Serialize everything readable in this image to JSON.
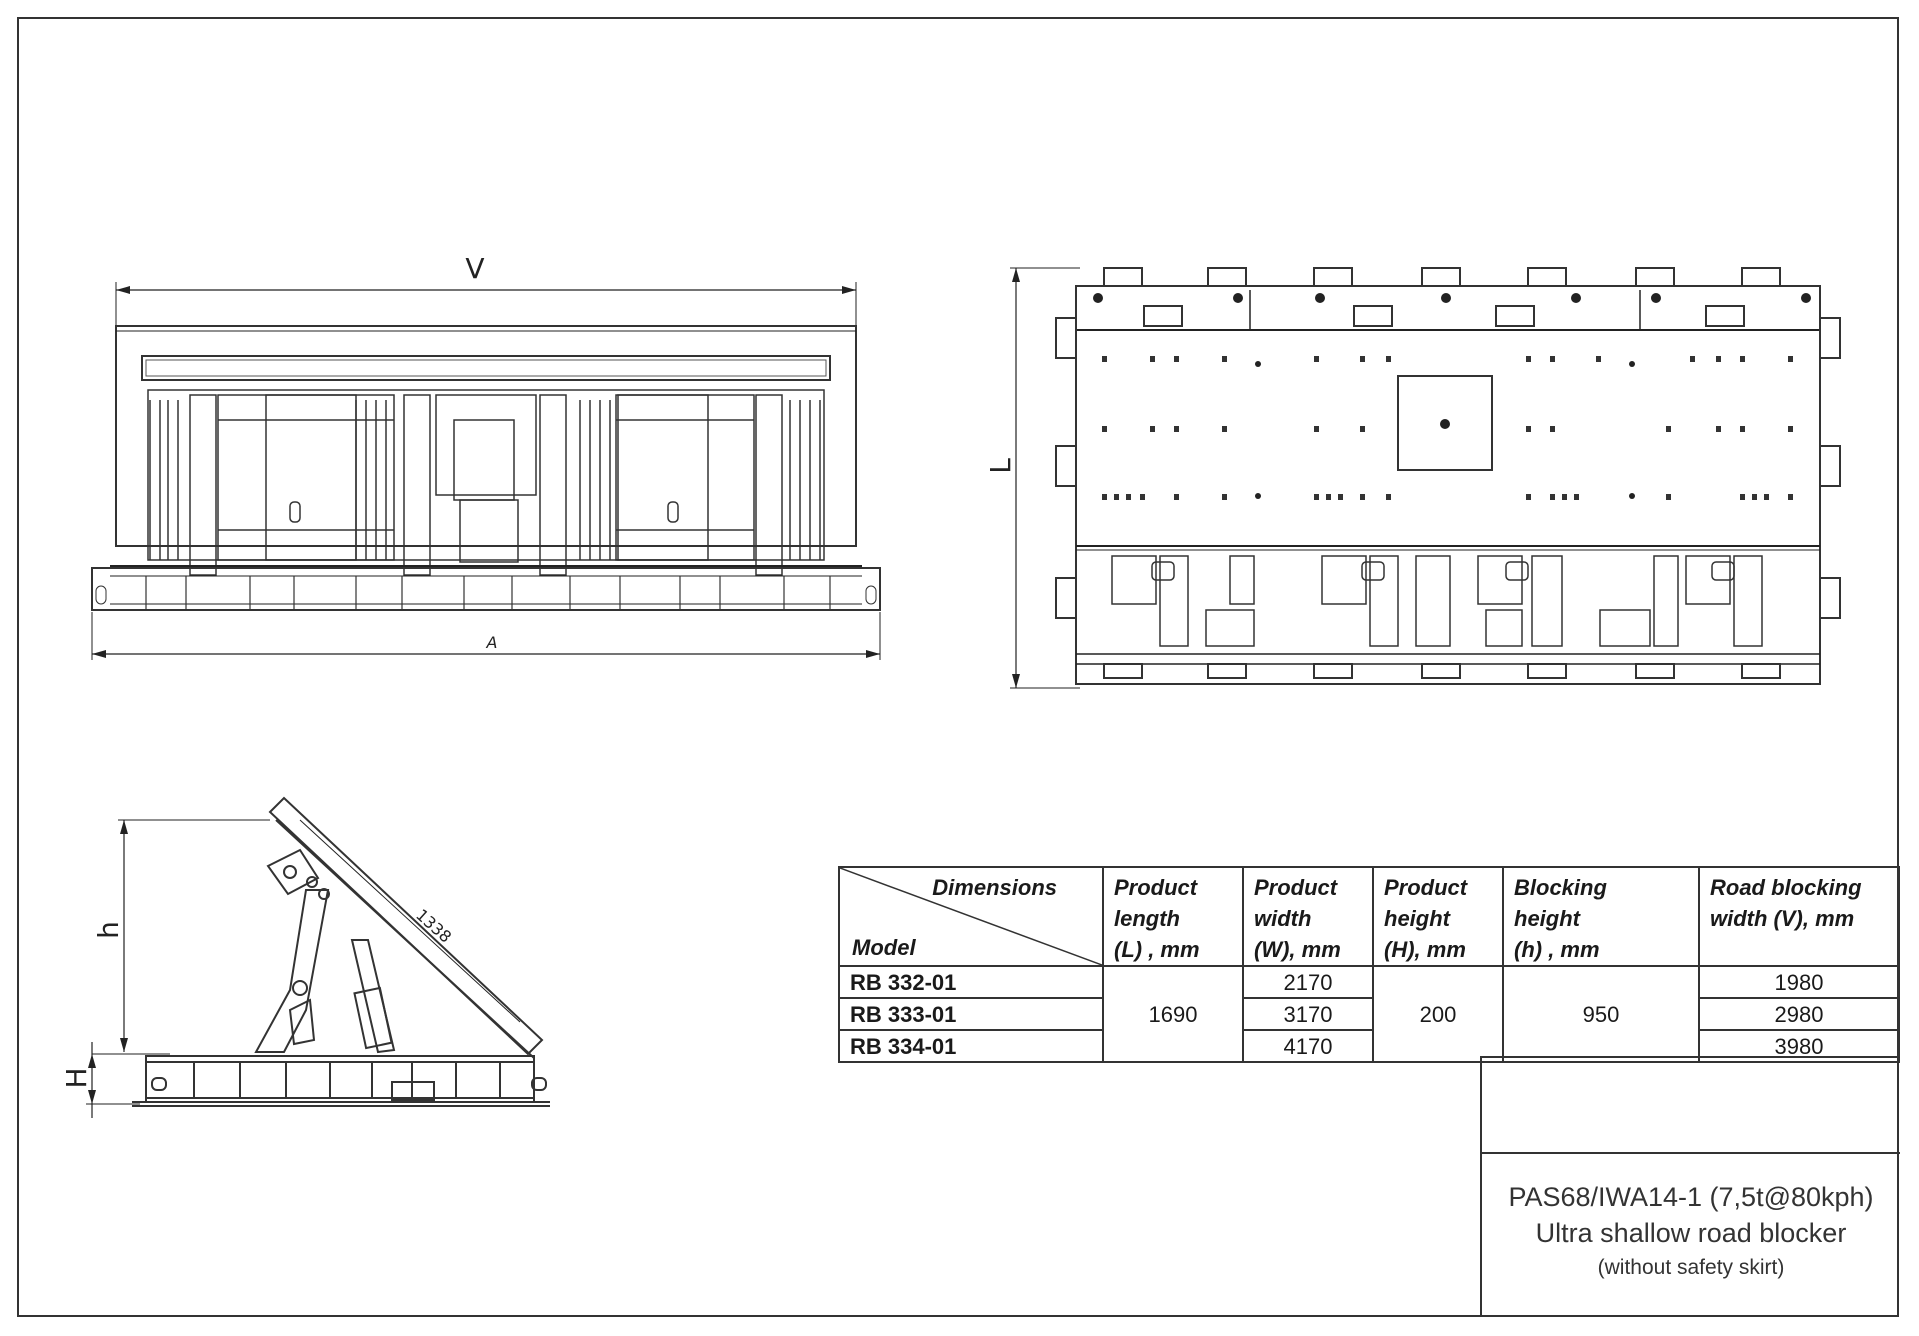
{
  "drawing": {
    "front_view": {
      "width_label": "V",
      "overall_label": "A"
    },
    "top_view": {
      "length_label": "L"
    },
    "side_view": {
      "blocking_height_label": "h",
      "height_label": "H",
      "plate_length_label": "1338"
    }
  },
  "spec_table": {
    "corner_top": "Dimensions",
    "corner_bottom": "Model",
    "columns": [
      [
        "Product",
        "length",
        "(L) , mm"
      ],
      [
        "Product",
        "width",
        "(W), mm"
      ],
      [
        "Product",
        "height",
        "(H), mm"
      ],
      [
        "Blocking",
        "height",
        "(h) , mm"
      ],
      [
        "Road blocking",
        "width (V), mm",
        ""
      ]
    ],
    "rows": [
      {
        "model": "RB 332-01",
        "width": "2170",
        "road_width": "1980"
      },
      {
        "model": "RB 333-01",
        "width": "3170",
        "road_width": "2980"
      },
      {
        "model": "RB 334-01",
        "width": "4170",
        "road_width": "3980"
      }
    ],
    "length_shared": "1690",
    "height_shared": "200",
    "blocking_height_shared": "950"
  },
  "title_block": {
    "line1": "PAS68/IWA14-1 (7,5t@80kph)",
    "line2": "Ultra shallow road blocker",
    "line3": "(without safety skirt)"
  }
}
